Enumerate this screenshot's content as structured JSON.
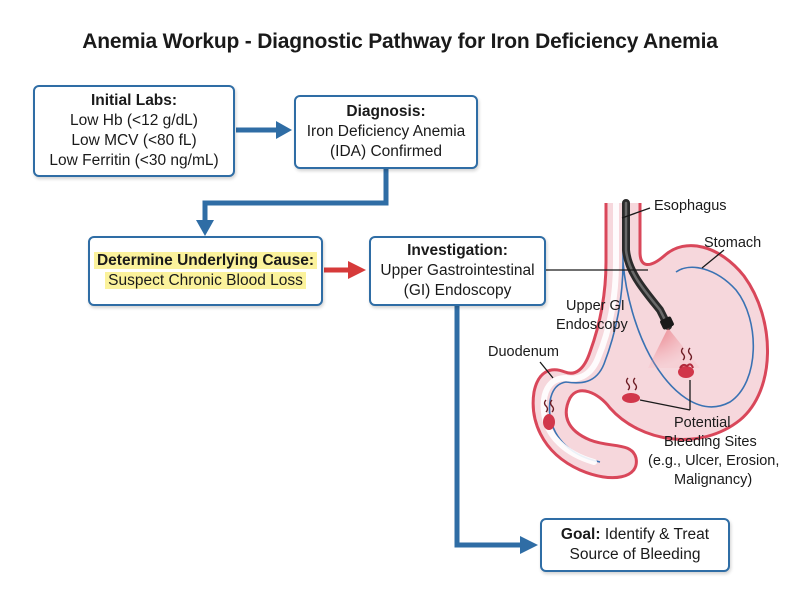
{
  "title": "Anemia Workup - Diagnostic Pathway for Iron Deficiency Anemia",
  "boxes": {
    "initial_labs": {
      "head": "Initial Labs:",
      "lines": [
        "Low Hb (<12 g/dL)",
        "Low MCV (<80 fL)",
        "Low Ferritin (<30 ng/mL)"
      ]
    },
    "diagnosis": {
      "head": "Diagnosis:",
      "lines": [
        "Iron Deficiency Anemia",
        "(IDA) Confirmed"
      ]
    },
    "cause": {
      "head": "Determine Underlying Cause:",
      "lines": [
        "Suspect Chronic Blood Loss"
      ]
    },
    "investigation": {
      "head": "Investigation:",
      "lines": [
        "Upper Gastrointestinal",
        "(GI) Endoscopy"
      ]
    },
    "goal": {
      "head": "Goal:",
      "line1_rest": "Identify & Treat",
      "line2": "Source of Bleeding"
    }
  },
  "anatomy_labels": {
    "esophagus": "Esophagus",
    "stomach": "Stomach",
    "upper_gi": "Upper GI",
    "endoscopy": "Endoscopy",
    "duodenum": "Duodenum",
    "bleeding": [
      "Potential",
      "Bleeding Sites",
      "(e.g., Ulcer, Erosion,",
      "Malignancy)"
    ]
  },
  "colors": {
    "box_border": "#2f6da5",
    "arrow_blue": "#2f6da5",
    "arrow_red": "#d63a3a",
    "highlight": "#fbf29c",
    "tissue_pink": "#f6d7dc",
    "tissue_red": "#d9475a"
  }
}
